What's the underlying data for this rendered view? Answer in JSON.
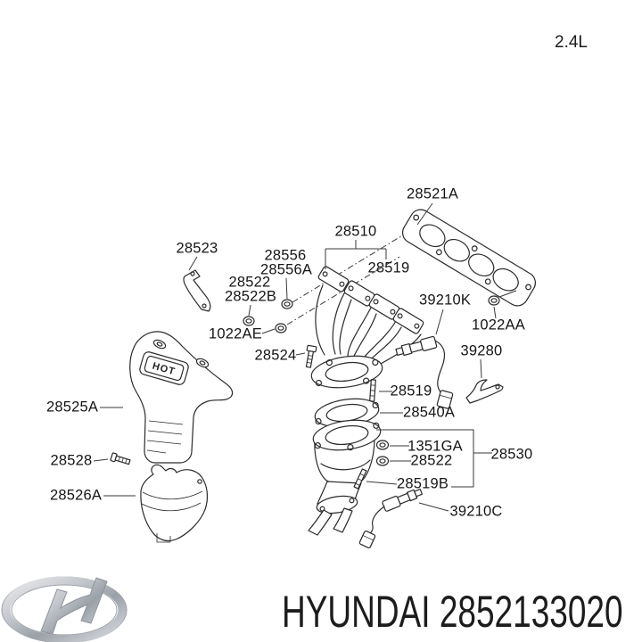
{
  "engine_label": "2.4L",
  "diagram": {
    "hot_badge": "HOT",
    "part_labels": [
      "28521A",
      "28523",
      "28556",
      "28556A",
      "28522",
      "28522B",
      "28510",
      "28519",
      "1022AE",
      "39210K",
      "1022AA",
      "39280",
      "28524",
      "28519",
      "28540A",
      "1351GA",
      "28522",
      "28530",
      "28519B",
      "39210C",
      "28525A",
      "28528",
      "28526A"
    ]
  },
  "footer": {
    "brand": "HYUNDAI",
    "part_number": "2852133020",
    "logo": "hyundai-logo"
  },
  "colors": {
    "background": "#ffffff",
    "line_art": "#2b2b2b",
    "text": "#161616",
    "logo_silver": "#b9bcc2"
  }
}
